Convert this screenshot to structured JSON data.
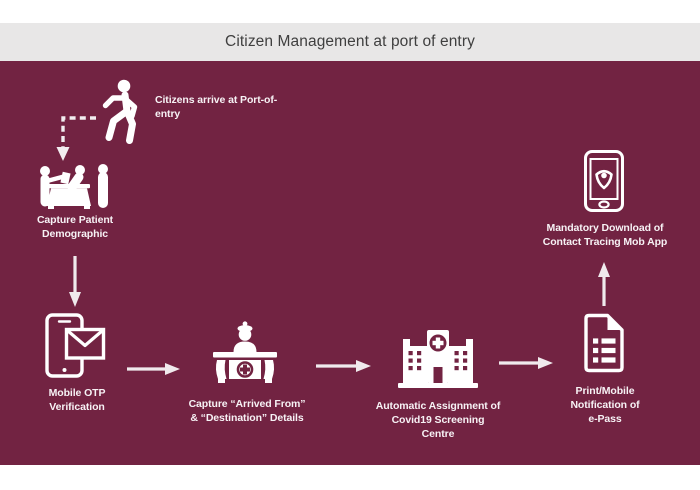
{
  "title_bar": {
    "title": "Citizen Management at port of entry"
  },
  "colors": {
    "background_maroon": "#722342",
    "title_bar_gray": "#E8E7E7",
    "title_text": "#3F3F3F",
    "icon_white": "#FFFFFF",
    "arrow_light": "#F0EAED"
  },
  "flow": {
    "arrive": {
      "icon": "walking-person-icon",
      "lines": [
        "Citizens arrive at Port-of-",
        "entry"
      ]
    },
    "demographic": {
      "icon": "registration-desk-icon",
      "lines": [
        "Capture Patient",
        "Demographic"
      ]
    },
    "otp": {
      "icon": "phone-message-icon",
      "lines": [
        "Mobile OTP",
        "Verification"
      ]
    },
    "arrival_details": {
      "icon": "reception-clerk-icon",
      "lines": [
        "Capture “Arrived From”",
        "& “Destination” Details"
      ]
    },
    "screening": {
      "icon": "hospital-icon",
      "lines": [
        "Automatic Assignment of",
        "Covid19 Screening",
        "Centre"
      ]
    },
    "epass": {
      "icon": "epass-document-icon",
      "lines": [
        "Print/Mobile",
        "Notification of",
        "e-Pass"
      ]
    },
    "app": {
      "icon": "contact-tracing-app-icon",
      "lines": [
        "Mandatory Download of",
        "Contact Tracing Mob App"
      ]
    }
  }
}
